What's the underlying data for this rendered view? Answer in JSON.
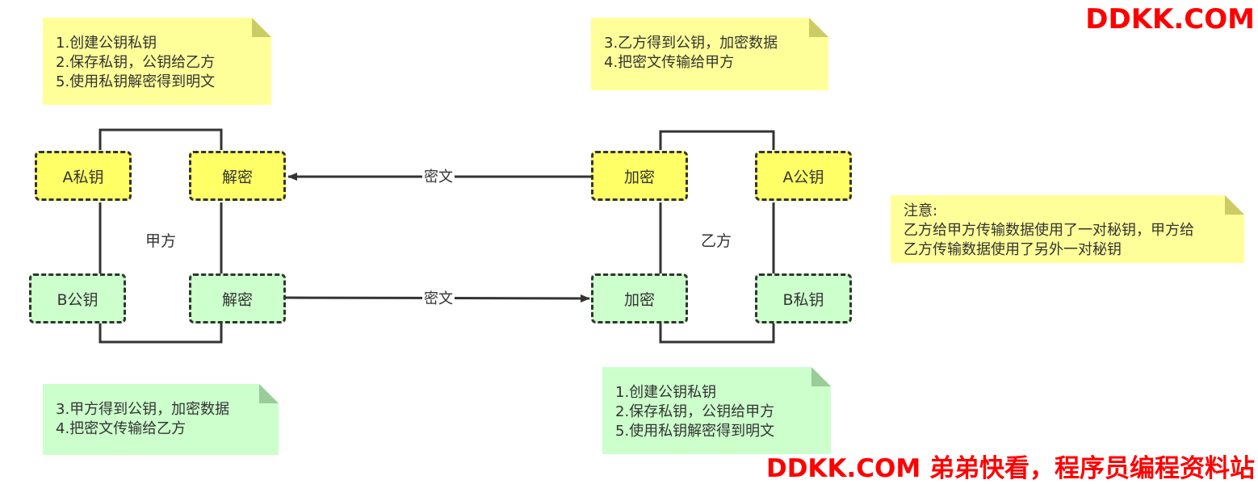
{
  "notes": {
    "party_a_top": [
      "1.创建公钥私钥",
      "2.保存私钥，公钥给乙方",
      "5.使用私钥解密得到明文"
    ],
    "party_b_top": [
      "3.乙方得到公钥，加密数据",
      "4.把密文传输给甲方"
    ],
    "party_a_bottom": [
      "3.甲方得到公钥，加密数据",
      "4.把密文传输给乙方"
    ],
    "party_b_bottom": [
      "1.创建公钥私钥",
      "2.保存私钥，公钥给甲方",
      "5.使用私钥解密得到明文"
    ],
    "attention": [
      "注意:",
      "乙方给甲方传输数据使用了一对秘钥，甲方给",
      "乙方传输数据使用了另外一对秘钥"
    ]
  },
  "nodes": {
    "a_private_key": "A私钥",
    "a_decrypt": "解密",
    "b_public_key": "B公钥",
    "a_bottom_decrypt": "解密",
    "b_encrypt_top": "加密",
    "a_public_key": "A公钥",
    "b_encrypt_bottom": "加密",
    "b_private_key": "B私钥"
  },
  "labels": {
    "party_a": "甲方",
    "party_b": "乙方",
    "ciphertext_top": "密文",
    "ciphertext_bottom": "密文"
  },
  "watermark": {
    "top": "DDKK.COM",
    "bottom": "DDKK.COM 弟弟快看，程序员编程资料站"
  },
  "colors": {
    "yellow_note": "#ffff99",
    "green_note": "#ccffcc",
    "yellow_box": "#ffff66",
    "green_box": "#ccffcc",
    "watermark": "#ff0000"
  }
}
